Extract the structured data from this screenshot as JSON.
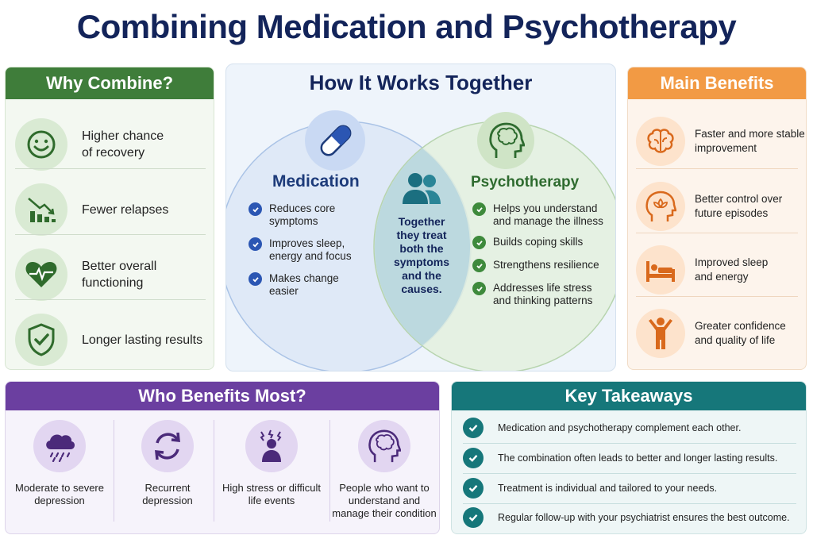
{
  "title": "Combining Medication and Psychotherapy",
  "why_combine": {
    "header": "Why Combine?",
    "items": [
      {
        "icon": "smiley-face-icon",
        "text": "Higher chance of recovery"
      },
      {
        "icon": "declining-bar-chart-icon",
        "text": "Fewer relapses"
      },
      {
        "icon": "heart-pulse-icon",
        "text": "Better overall functioning"
      },
      {
        "icon": "shield-check-icon",
        "text": "Longer lasting results"
      }
    ]
  },
  "how_it_works": {
    "header": "How It Works Together",
    "medication": {
      "title": "Medication",
      "icon": "pill-capsule-icon",
      "items": [
        "Reduces core symptoms",
        "Improves sleep, energy and focus",
        "Makes change easier"
      ]
    },
    "psychotherapy": {
      "title": "Psychotherapy",
      "icon": "head-brain-icon",
      "items": [
        "Helps you understand and manage the illness",
        "Builds coping skills",
        "Strengthens resilience",
        "Addresses life stress and thinking patterns"
      ]
    },
    "overlap": {
      "icon": "people-icon",
      "text": "Together they treat both the symptoms and the causes."
    }
  },
  "main_benefits": {
    "header": "Main Benefits",
    "items": [
      {
        "icon": "brain-icon",
        "text": "Faster and more stable improvement"
      },
      {
        "icon": "head-lotus-icon",
        "text": "Better control over future episodes"
      },
      {
        "icon": "bed-icon",
        "text": "Improved sleep and energy"
      },
      {
        "icon": "person-arms-raised-icon",
        "text": "Greater confidence and quality of life"
      }
    ]
  },
  "who_benefits": {
    "header": "Who Benefits Most?",
    "items": [
      {
        "icon": "rain-cloud-icon",
        "text": "Moderate to severe depression"
      },
      {
        "icon": "recurring-arrows-icon",
        "text": "Recurrent depression"
      },
      {
        "icon": "stressed-person-icon",
        "text": "High stress or difficult life events"
      },
      {
        "icon": "head-brain-icon",
        "text": "People who want to understand and manage their condition"
      }
    ]
  },
  "key_takeaways": {
    "header": "Key Takeaways",
    "items": [
      "Medication and psychotherapy complement each other.",
      "The combination often leads to better and longer lasting results.",
      "Treatment is individual and tailored to your needs.",
      "Regular follow-up with your psychiatrist ensures the best outcome."
    ]
  },
  "colors": {
    "title": "#13245a",
    "green": "#3f7d3a",
    "blue": "#2b56b3",
    "orange": "#f29a44",
    "purple": "#6b3fa0",
    "teal": "#16777a"
  }
}
